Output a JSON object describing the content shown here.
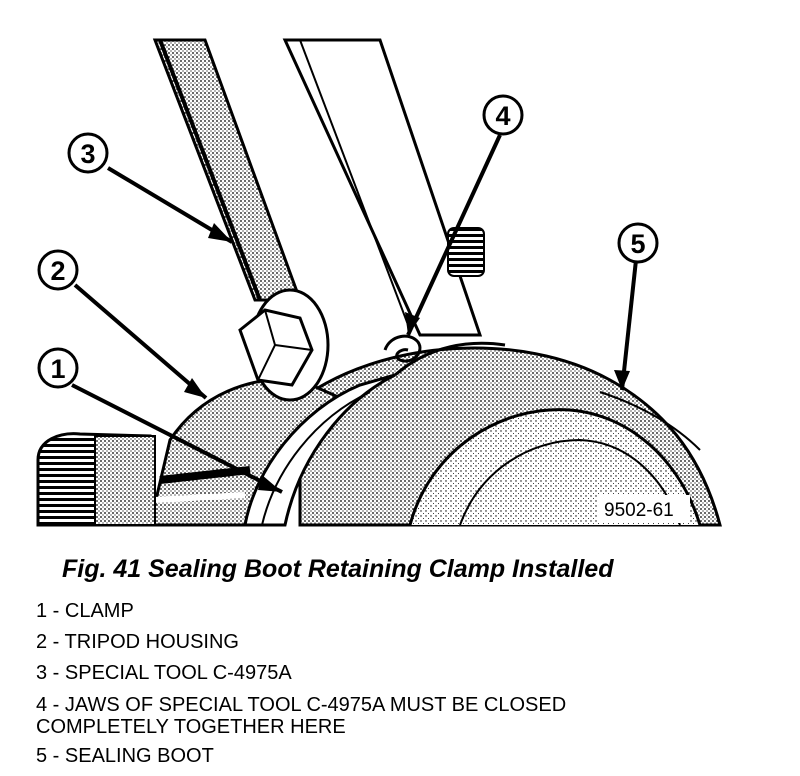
{
  "figure": {
    "code": "9502-61",
    "caption": "Fig. 41 Sealing Boot Retaining Clamp Installed"
  },
  "callouts": [
    "1",
    "2",
    "3",
    "4",
    "5"
  ],
  "legend": [
    {
      "num": "1",
      "text": "1 - CLAMP"
    },
    {
      "num": "2",
      "text": "2 - TRIPOD HOUSING"
    },
    {
      "num": "3",
      "text": "3 - SPECIAL TOOL C-4975A"
    },
    {
      "num": "4",
      "line1": "4 - JAWS OF SPECIAL TOOL C-4975A MUST BE CLOSED",
      "line2": "COMPLETELY TOGETHER HERE"
    },
    {
      "num": "5",
      "text": "5 - SEALING BOOT"
    }
  ]
}
